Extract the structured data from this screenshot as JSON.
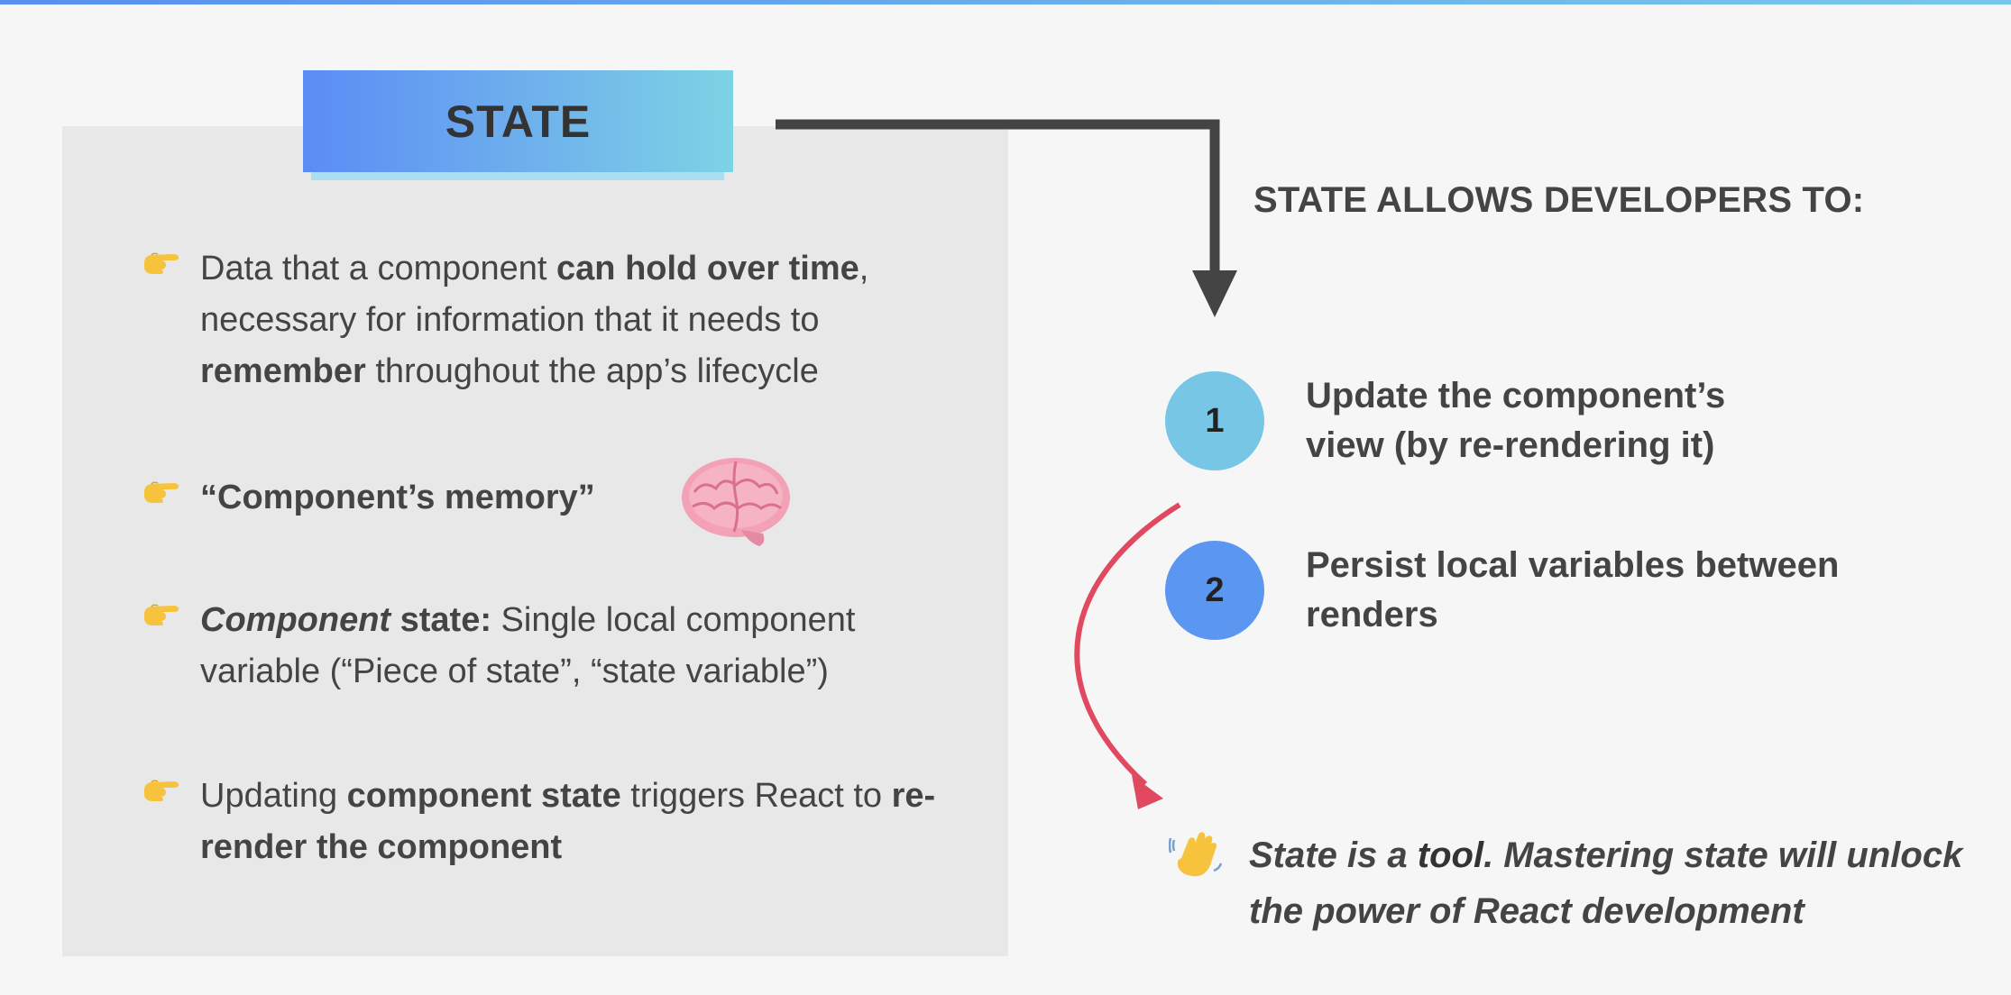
{
  "title": "STATE",
  "bullets": [
    {
      "parts": [
        {
          "text": "Data that a component ",
          "bold": false
        },
        {
          "text": "can hold over time",
          "bold": true
        },
        {
          "text": ", necessary for information that it needs to ",
          "bold": false
        },
        {
          "text": "remember",
          "bold": true
        },
        {
          "text": " throughout the app’s lifecycle",
          "bold": false
        }
      ]
    },
    {
      "parts": [
        {
          "text": "“Component’s memory”",
          "bold": true
        }
      ]
    },
    {
      "parts": [
        {
          "text": "Component",
          "bold": true,
          "italic": true
        },
        {
          "text": " state:",
          "bold": true
        },
        {
          "text": " Single local component variable (“Piece of state”, “state variable”)",
          "bold": false
        }
      ]
    },
    {
      "parts": [
        {
          "text": "Updating ",
          "bold": false
        },
        {
          "text": "component state",
          "bold": true
        },
        {
          "text": " triggers React to ",
          "bold": false
        },
        {
          "text": "re-render the component",
          "bold": true
        }
      ]
    }
  ],
  "allows_heading": "STATE ALLOWS DEVELOPERS TO:",
  "items": [
    {
      "number": "1",
      "line1": "Update the component’s",
      "line2": "view (by re-rendering it)"
    },
    {
      "number": "2",
      "line1": "Persist local variables between",
      "line2": "renders"
    }
  ],
  "note": {
    "before": "State is a ",
    "highlight": "tool",
    "after": ". Mastering state will unlock the power of React development"
  },
  "icons": {
    "bullet": "pointing-hand-icon",
    "brain": "brain-icon",
    "wave": "waving-hand-icon"
  },
  "colors": {
    "accent_blue": "#5b8cf5",
    "accent_cyan": "#7dd3e4",
    "circle_1": "#77c6e6",
    "circle_2": "#5b97f0",
    "arrow_red": "#e0495f",
    "connector": "#444444"
  }
}
